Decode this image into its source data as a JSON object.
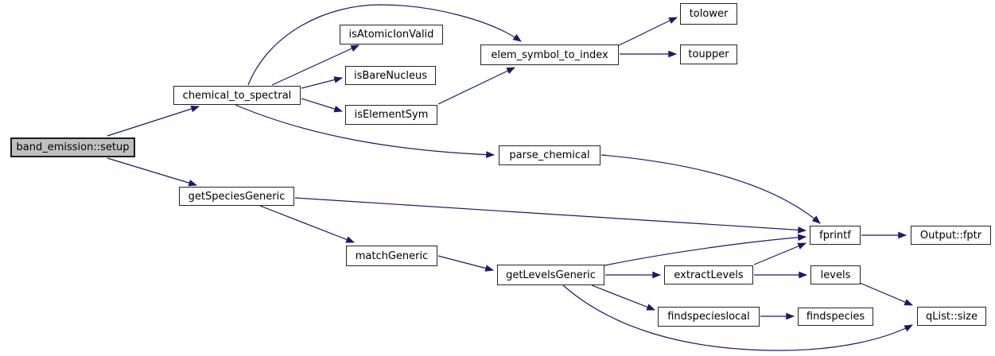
{
  "diagram": {
    "type": "call-graph",
    "root": "band_emission::setup",
    "colors": {
      "edge": "#191970",
      "node_border": "#242424",
      "node_fill": "#ffffff",
      "root_fill": "#bfbfbf",
      "text": "#000000",
      "background": "#ffffff"
    },
    "nodes": [
      {
        "id": "band_emission_setup",
        "label": "band_emission::setup",
        "root": true
      },
      {
        "id": "chemical_to_spectral",
        "label": "chemical_to_spectral"
      },
      {
        "id": "isAtomicIonValid",
        "label": "isAtomicIonValid"
      },
      {
        "id": "isBareNucleus",
        "label": "isBareNucleus"
      },
      {
        "id": "isElementSym",
        "label": "isElementSym"
      },
      {
        "id": "elem_symbol_to_index",
        "label": "elem_symbol_to_index"
      },
      {
        "id": "tolower",
        "label": "tolower"
      },
      {
        "id": "toupper",
        "label": "toupper"
      },
      {
        "id": "parse_chemical",
        "label": "parse_chemical"
      },
      {
        "id": "getSpeciesGeneric",
        "label": "getSpeciesGeneric"
      },
      {
        "id": "matchGeneric",
        "label": "matchGeneric"
      },
      {
        "id": "getLevelsGeneric",
        "label": "getLevelsGeneric"
      },
      {
        "id": "extractLevels",
        "label": "extractLevels"
      },
      {
        "id": "findspecieslocal",
        "label": "findspecieslocal"
      },
      {
        "id": "findspecies",
        "label": "findspecies"
      },
      {
        "id": "levels",
        "label": "levels"
      },
      {
        "id": "fprintf",
        "label": "fprintf"
      },
      {
        "id": "Output_fptr",
        "label": "Output::fptr"
      },
      {
        "id": "qList_size",
        "label": "qList::size"
      }
    ],
    "edges": [
      {
        "from": "band_emission::setup",
        "to": "chemical_to_spectral"
      },
      {
        "from": "band_emission::setup",
        "to": "getSpeciesGeneric"
      },
      {
        "from": "chemical_to_spectral",
        "to": "isAtomicIonValid"
      },
      {
        "from": "chemical_to_spectral",
        "to": "isBareNucleus"
      },
      {
        "from": "chemical_to_spectral",
        "to": "isElementSym"
      },
      {
        "from": "chemical_to_spectral",
        "to": "elem_symbol_to_index"
      },
      {
        "from": "chemical_to_spectral",
        "to": "parse_chemical"
      },
      {
        "from": "isElementSym",
        "to": "elem_symbol_to_index"
      },
      {
        "from": "elem_symbol_to_index",
        "to": "tolower"
      },
      {
        "from": "elem_symbol_to_index",
        "to": "toupper"
      },
      {
        "from": "parse_chemical",
        "to": "fprintf"
      },
      {
        "from": "getSpeciesGeneric",
        "to": "matchGeneric"
      },
      {
        "from": "getSpeciesGeneric",
        "to": "fprintf"
      },
      {
        "from": "matchGeneric",
        "to": "getLevelsGeneric"
      },
      {
        "from": "getLevelsGeneric",
        "to": "extractLevels"
      },
      {
        "from": "getLevelsGeneric",
        "to": "fprintf"
      },
      {
        "from": "getLevelsGeneric",
        "to": "findspecieslocal"
      },
      {
        "from": "getLevelsGeneric",
        "to": "qList::size"
      },
      {
        "from": "extractLevels",
        "to": "fprintf"
      },
      {
        "from": "extractLevels",
        "to": "levels"
      },
      {
        "from": "levels",
        "to": "qList::size"
      },
      {
        "from": "findspecieslocal",
        "to": "findspecies"
      },
      {
        "from": "fprintf",
        "to": "Output::fptr"
      }
    ]
  }
}
